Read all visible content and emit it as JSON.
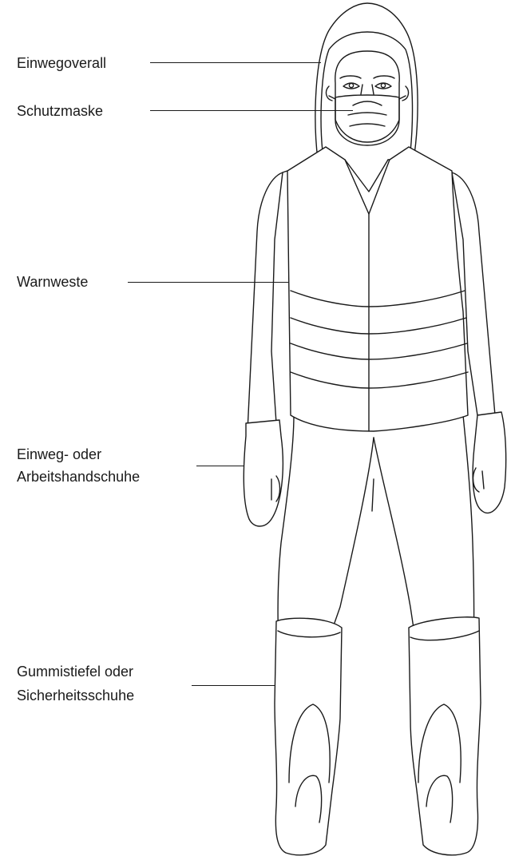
{
  "labels": {
    "overall": "Einwegoverall",
    "mask": "Schutzmaske",
    "vest": "Warnweste",
    "gloves_line1": "Einweg- oder",
    "gloves_line2": "Arbeitshandschuhe",
    "boots_line1": "Gummistiefel oder",
    "boots_line2": "Sicherheitsschuhe"
  }
}
